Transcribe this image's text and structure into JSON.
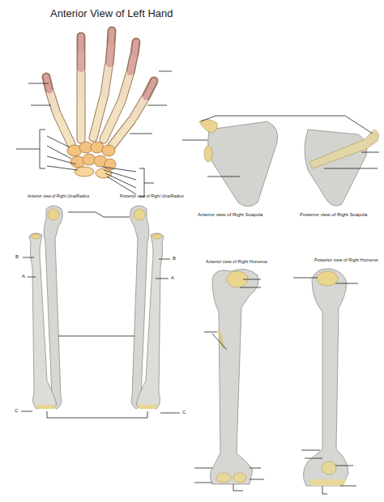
{
  "diagram": {
    "labels": [
      "Anterior View of Left Hand",
      "Anterior view of Right Scapula",
      "Posterior view of Right Scapula",
      "Anterior view of Right Ulna/Radius",
      "Posterior view of Right Ulna/Radius",
      "B",
      "A",
      "B",
      "A",
      "C",
      "C",
      "Anterior view of Right Humerus",
      "Posterior view of Right Humerus"
    ]
  }
}
